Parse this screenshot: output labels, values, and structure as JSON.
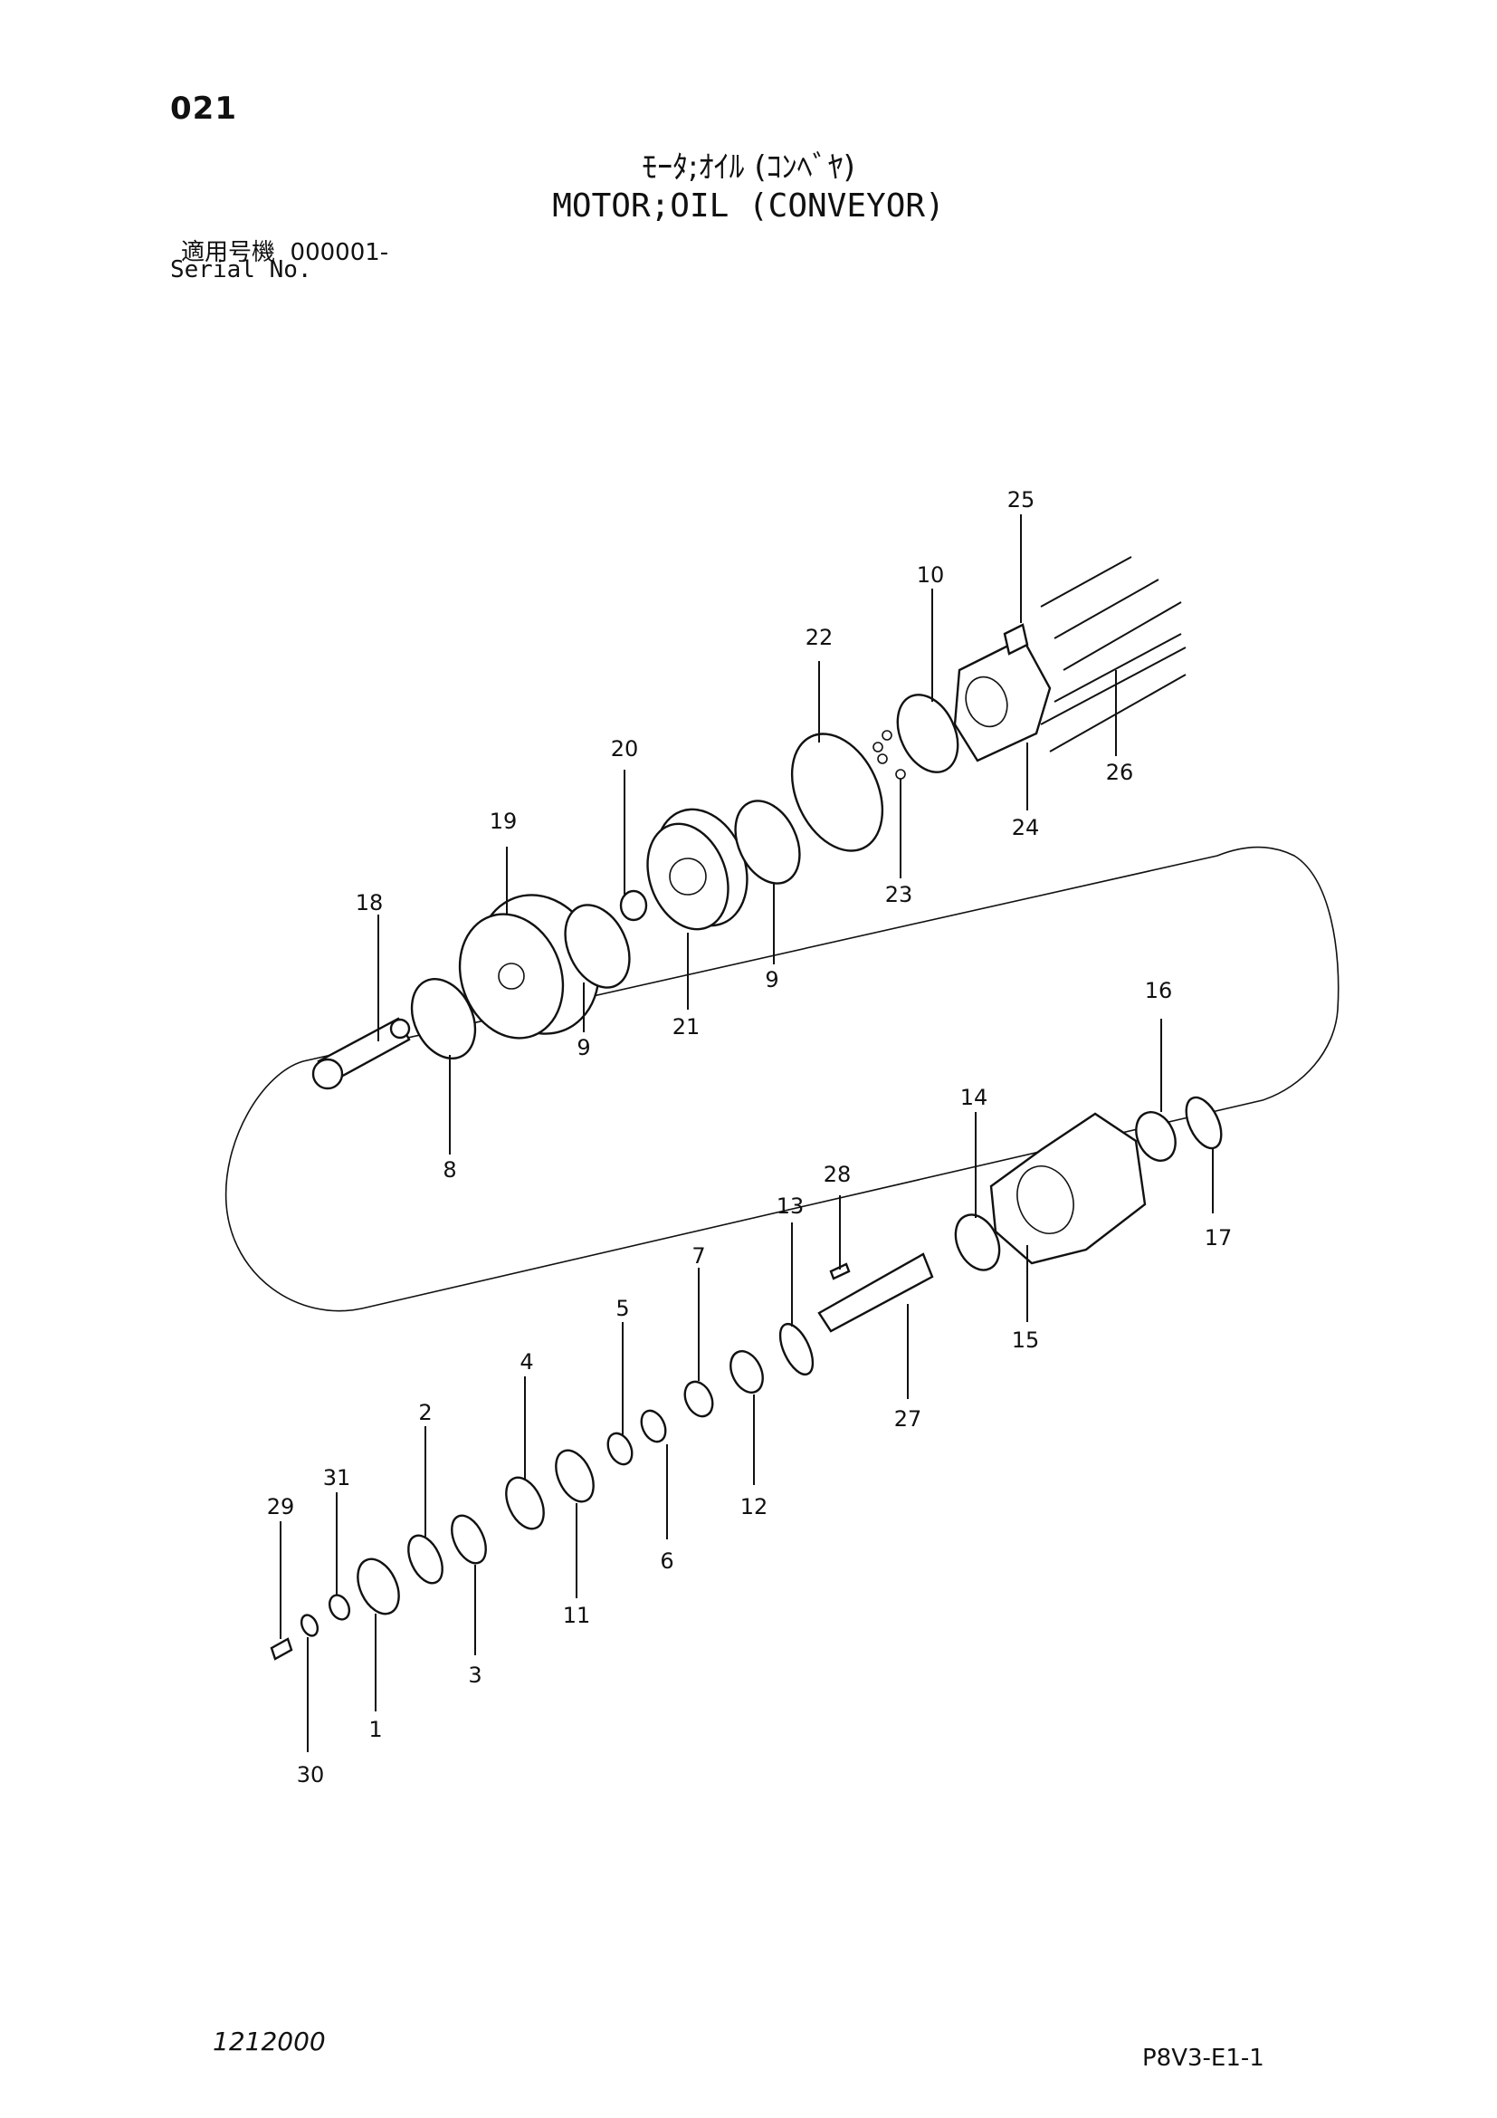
{
  "header": {
    "page_number": "021",
    "title_jp": "ﾓｰﾀ;ｵｲﾙ (ｺﾝﾍﾞﾔ)",
    "title_en": "MOTOR;OIL (CONVEYOR)",
    "serial_label_jp": "適用号機",
    "serial_value": "000001-",
    "serial_label_en": "Serial No."
  },
  "footer": {
    "doc_code": "1212000",
    "sheet_code": "P8V3-E1-1"
  },
  "callouts": {
    "p1": "1",
    "p2": "2",
    "p3": "3",
    "p4": "4",
    "p5": "5",
    "p6": "6",
    "p7": "7",
    "p8": "8",
    "p9a": "9",
    "p9b": "9",
    "p10": "10",
    "p11": "11",
    "p12": "12",
    "p13": "13",
    "p14": "14",
    "p15": "15",
    "p16": "16",
    "p17": "17",
    "p18": "18",
    "p19": "19",
    "p20": "20",
    "p21": "21",
    "p22": "22",
    "p23": "23",
    "p24": "24",
    "p25": "25",
    "p26": "26",
    "p27": "27",
    "p28": "28",
    "p29": "29",
    "p30": "30",
    "p31": "31"
  }
}
